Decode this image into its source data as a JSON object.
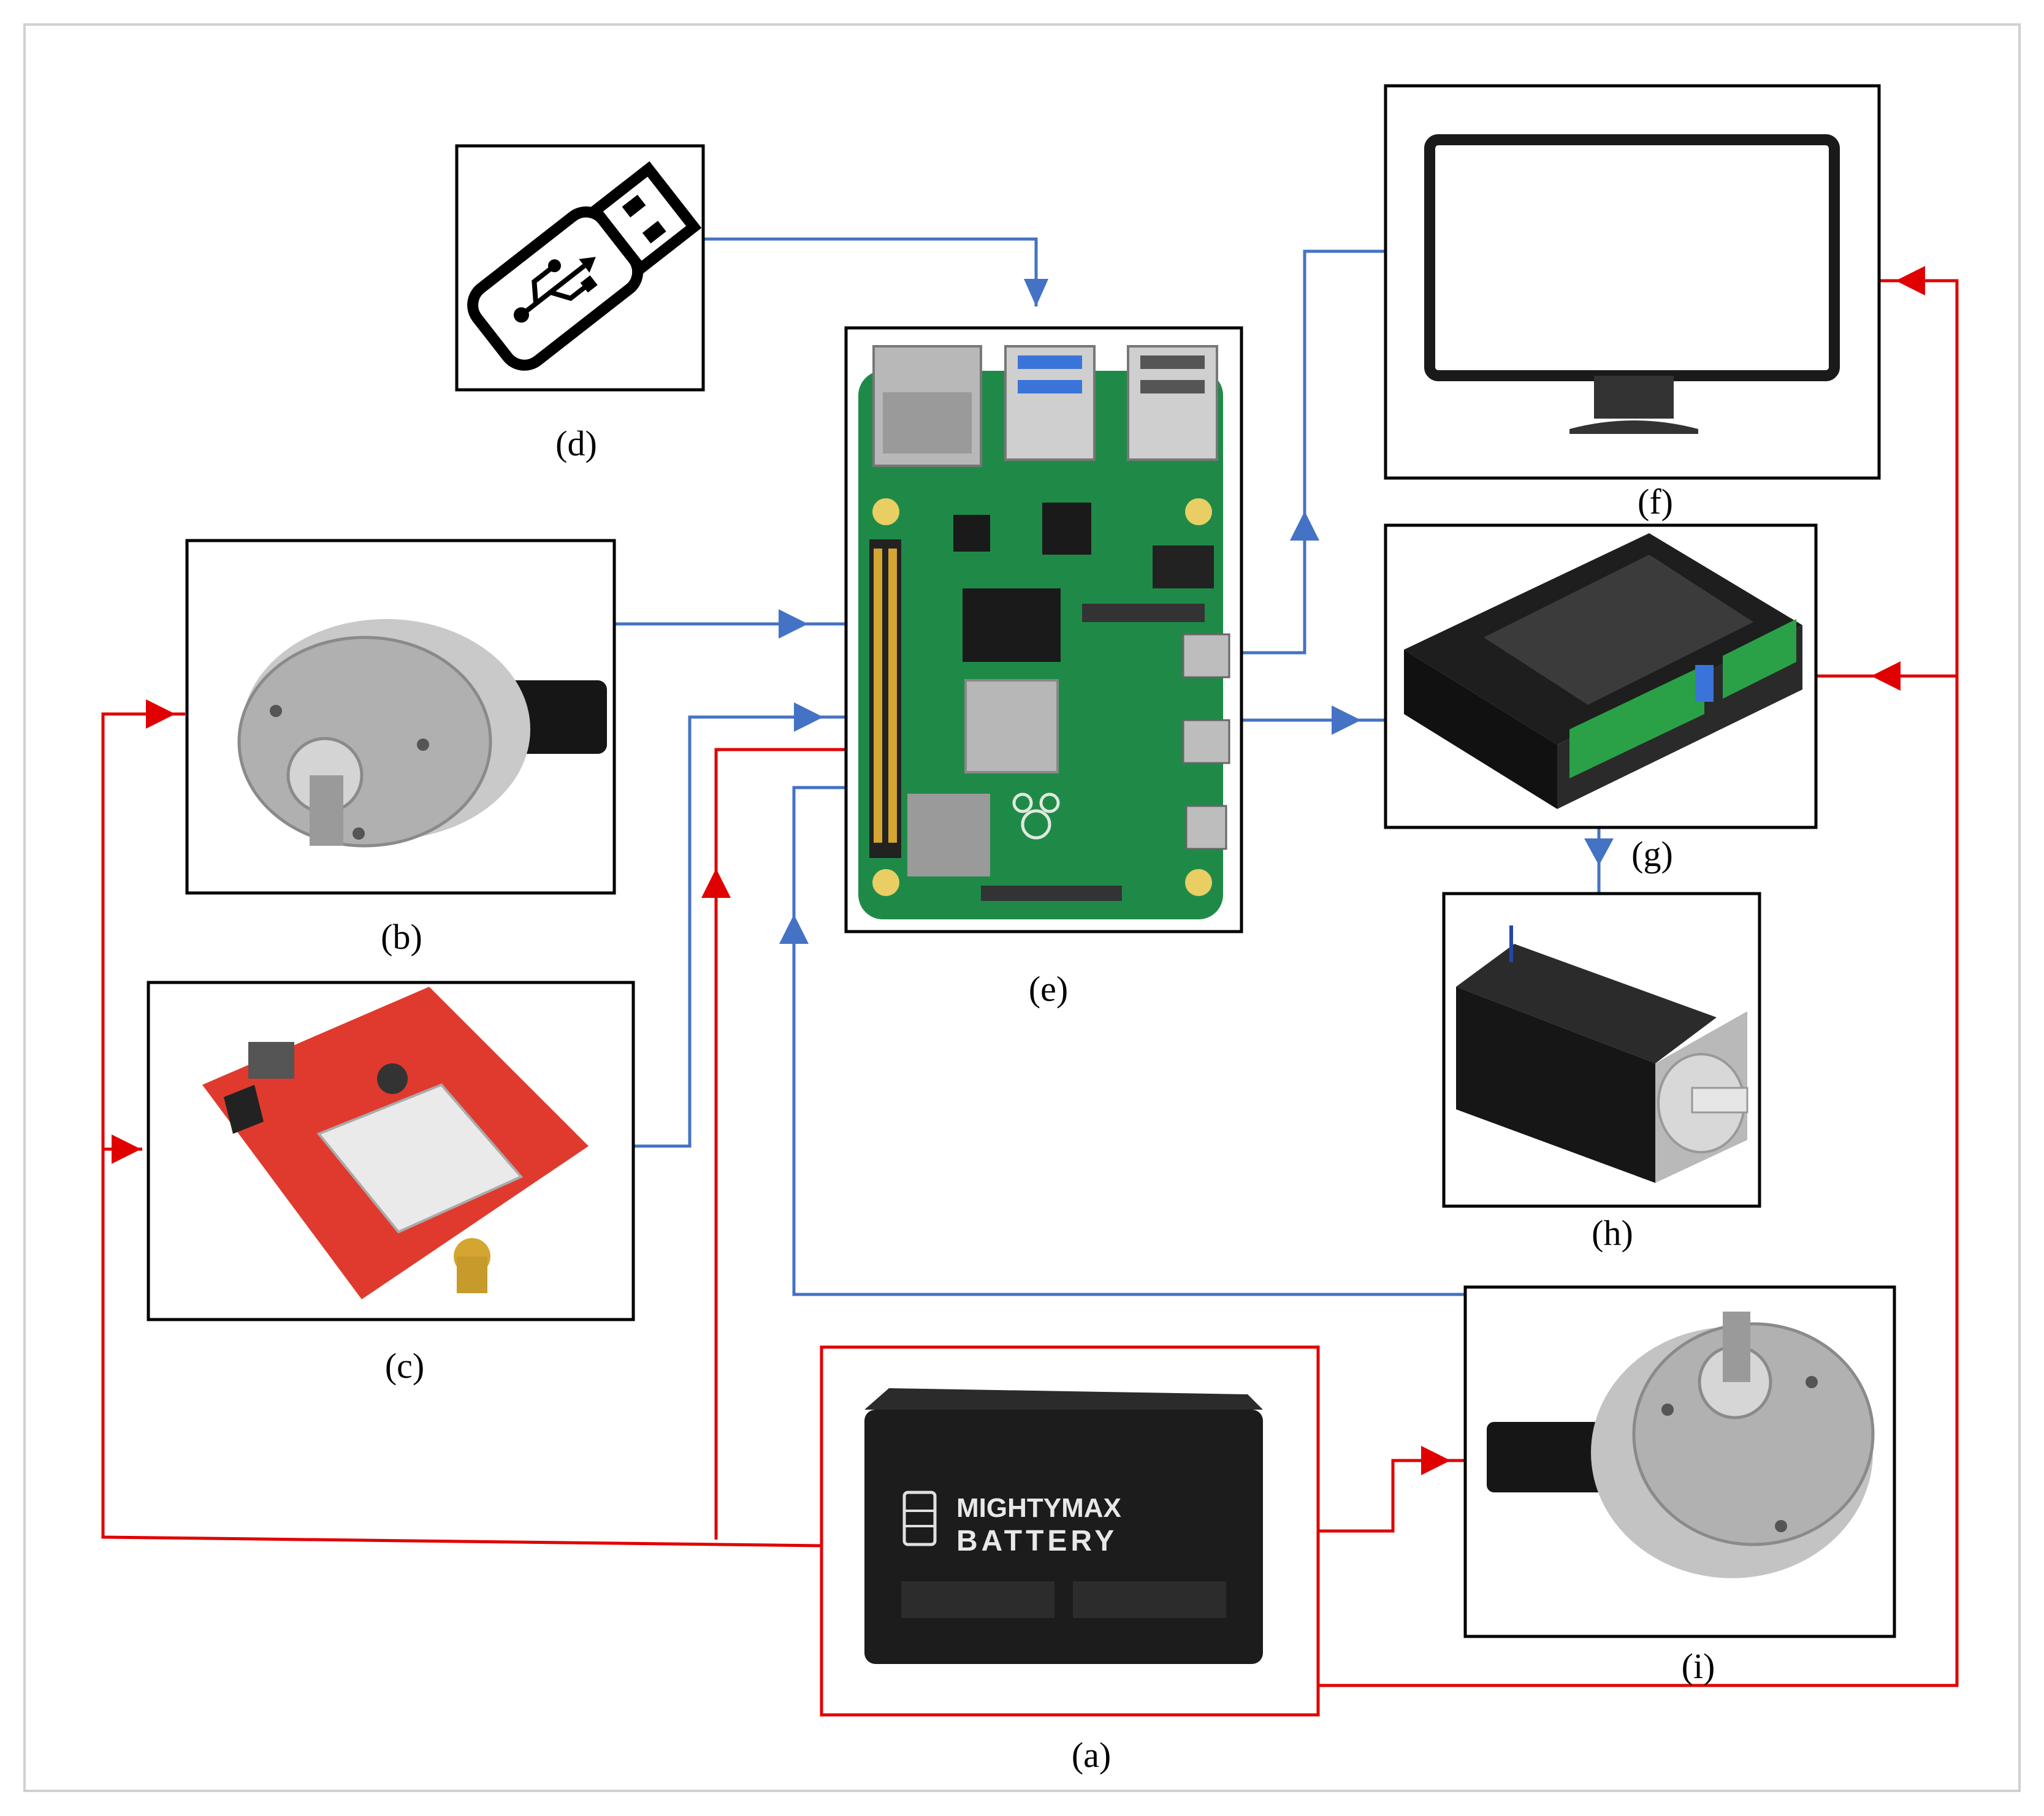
{
  "labels": {
    "a": "(a)",
    "b": "(b)",
    "c": "(c)",
    "d": "(d)",
    "e": "(e)",
    "f": "(f)",
    "g": "(g)",
    "h": "(h)",
    "i": "(i)"
  },
  "components": {
    "battery": {
      "brand": "MIGHTYMAX",
      "name": "BATTERY"
    }
  },
  "colors": {
    "signal_line": "#4472c4",
    "power_line": "#e00000",
    "frame": "#000000",
    "battery_frame": "#e00000",
    "pcb_green": "#1f8a48",
    "gps_red": "#e03a2e"
  }
}
